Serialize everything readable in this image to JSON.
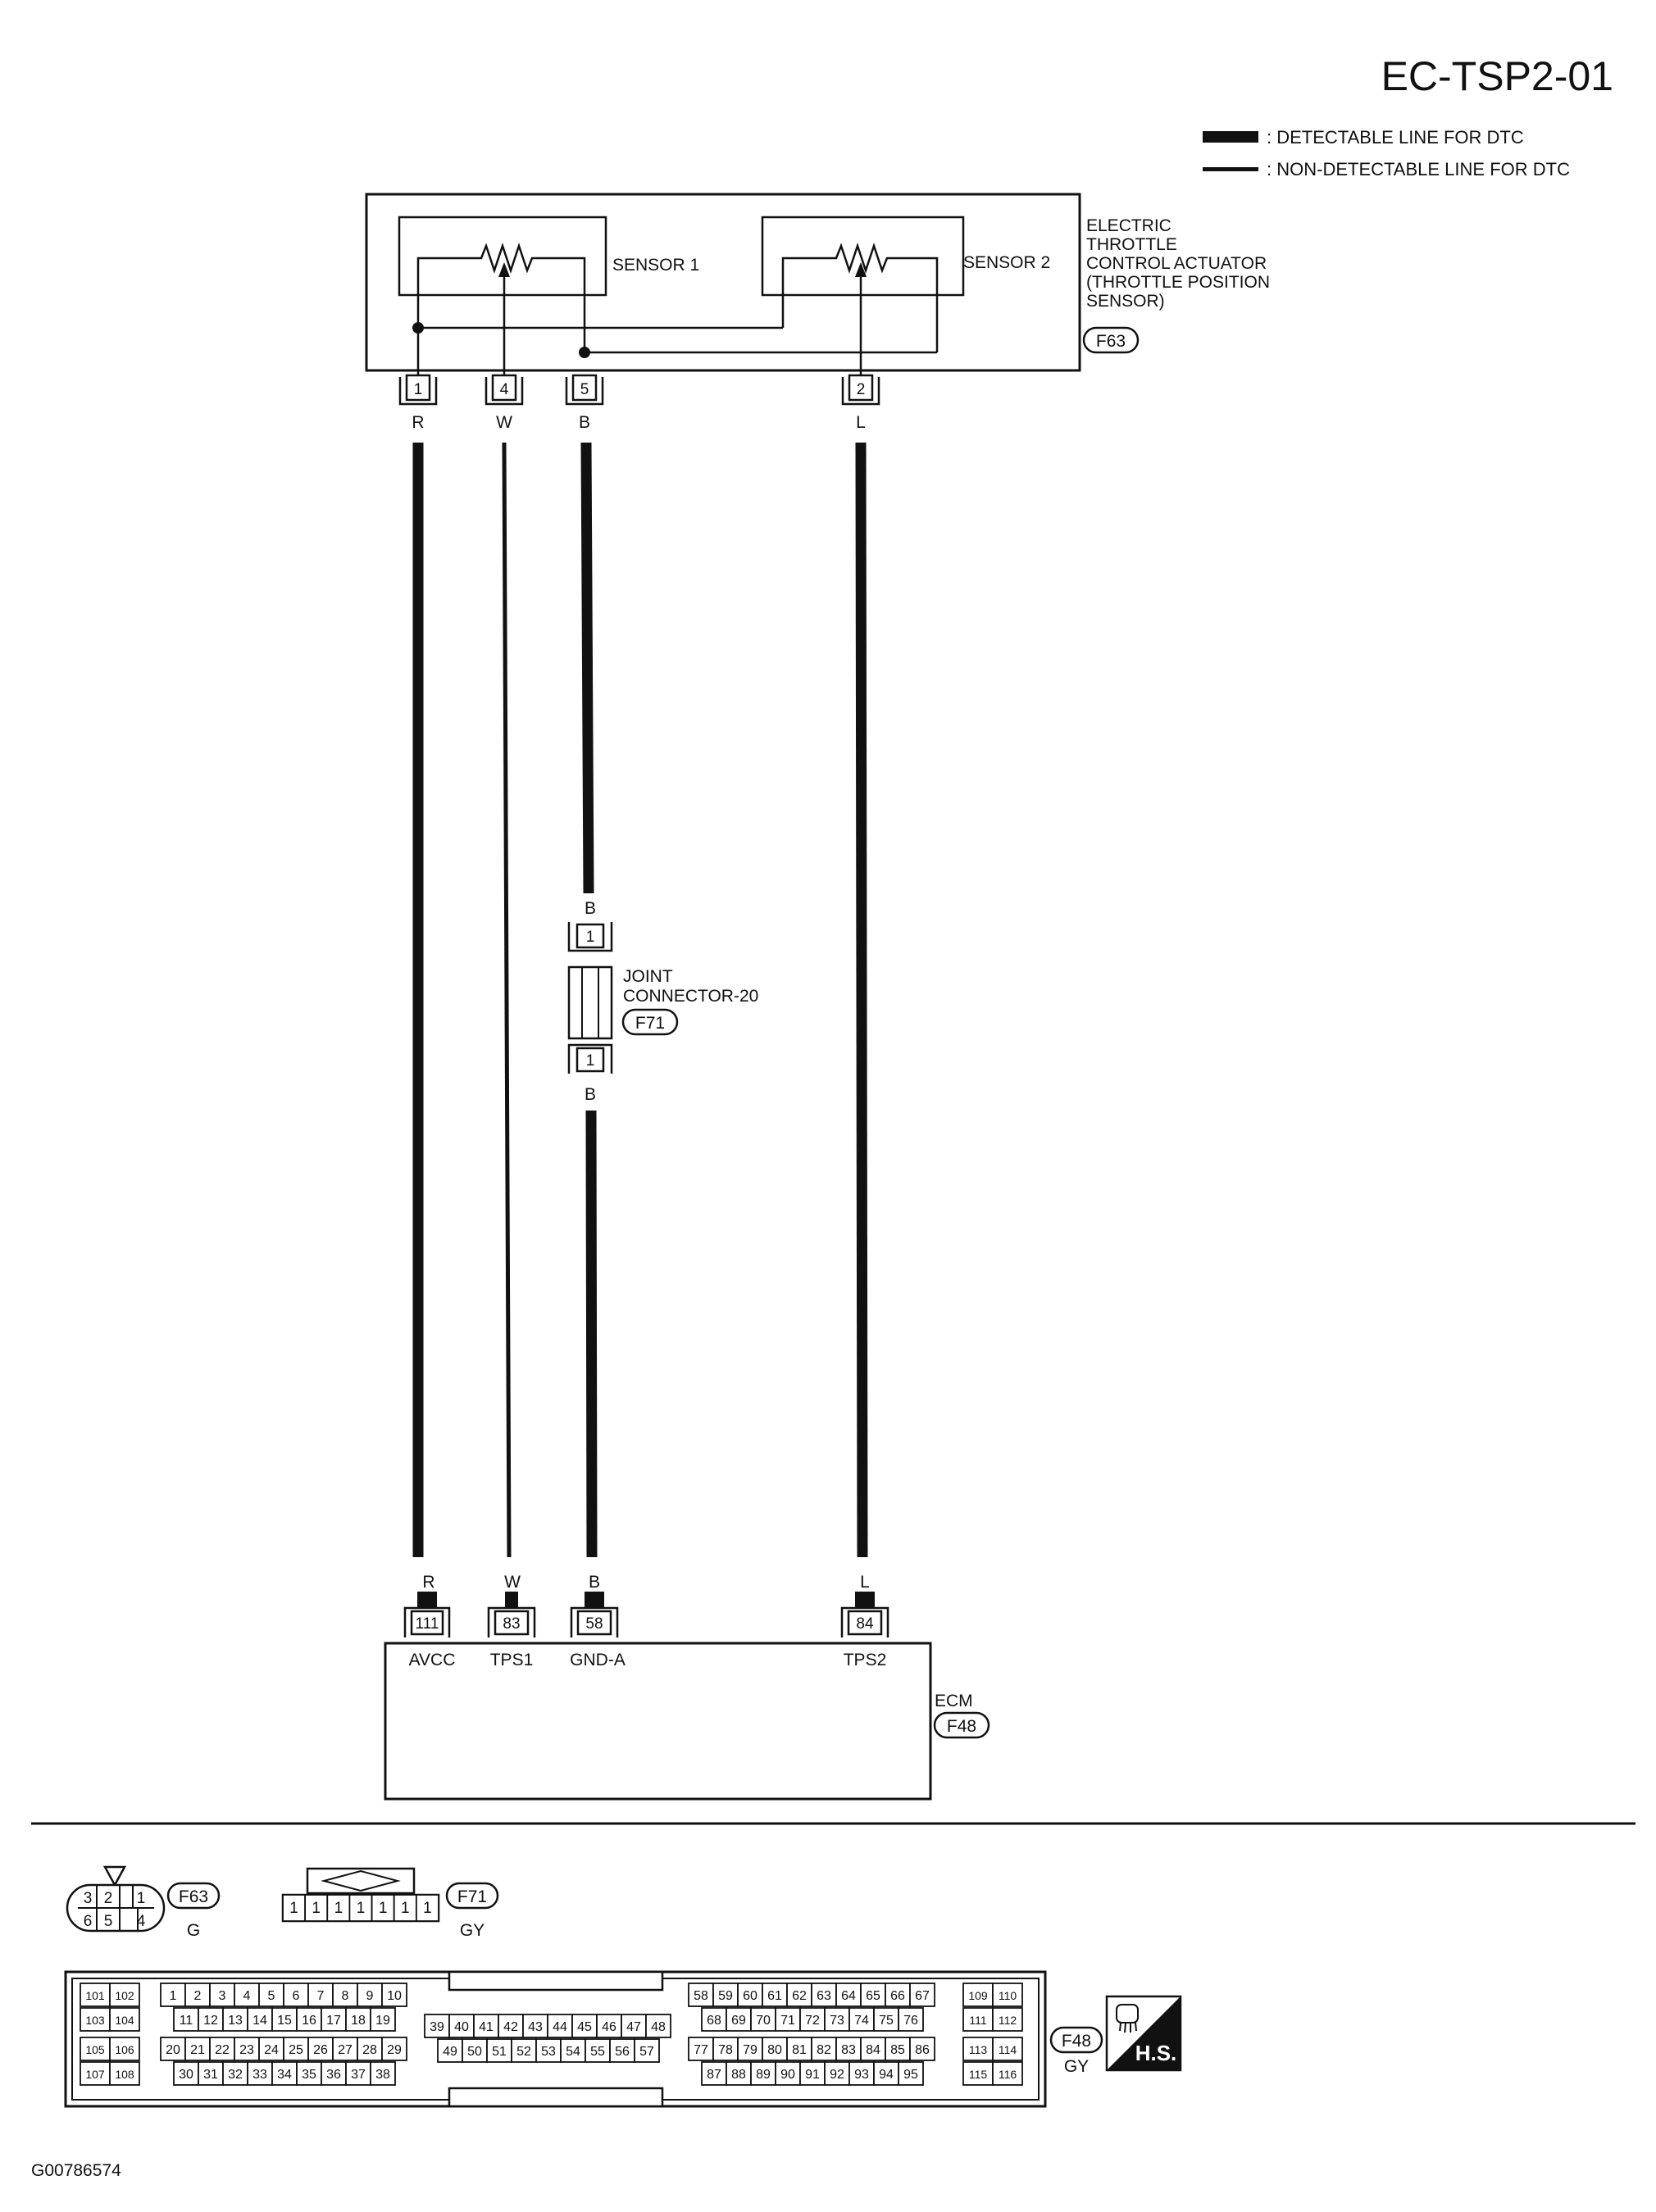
{
  "diagram_id": "EC-TSP2-01",
  "figure_code": "G00786574",
  "legend": {
    "detectable": ": DETECTABLE LINE FOR DTC",
    "non_detectable": ": NON-DETECTABLE LINE FOR DTC"
  },
  "actuator": {
    "name_lines": [
      "ELECTRIC",
      "THROTTLE",
      "CONTROL ACTUATOR",
      "(THROTTLE POSITION",
      "SENSOR)"
    ],
    "connector": "F63",
    "sensor1": "SENSOR 1",
    "sensor2": "SENSOR 2",
    "pins": [
      "1",
      "4",
      "5",
      "2"
    ]
  },
  "wires": [
    {
      "top_color": "R",
      "bottom_color": "R",
      "from_pin": "1",
      "to_pin": "111",
      "signal": "AVCC",
      "detectable": true
    },
    {
      "top_color": "W",
      "bottom_color": "W",
      "from_pin": "4",
      "to_pin": "83",
      "signal": "TPS1",
      "detectable": false
    },
    {
      "top_color": "B",
      "bottom_color": "B",
      "from_pin": "5",
      "to_pin": "58",
      "signal": "GND-A",
      "detectable": true
    },
    {
      "top_color": "L",
      "bottom_color": "L",
      "from_pin": "2",
      "to_pin": "84",
      "signal": "TPS2",
      "detectable": true
    }
  ],
  "joint": {
    "line1": "JOINT",
    "line2": "CONNECTOR-20",
    "connector": "F71",
    "pin_top": "1",
    "pin_bottom": "1",
    "color_above": "B",
    "color_below": "B"
  },
  "ecm": {
    "name": "ECM",
    "connector": "F48"
  },
  "connector_views": {
    "f63": {
      "id": "F63",
      "color": "G",
      "top_row": [
        "3",
        "2",
        "1"
      ],
      "bottom_row": [
        "6",
        "5",
        "4"
      ]
    },
    "f71": {
      "id": "F71",
      "color": "GY",
      "pins": [
        "1",
        "1",
        "1",
        "1",
        "1",
        "1",
        "1"
      ]
    },
    "f48": {
      "id": "F48",
      "color": "GY",
      "left_block": [
        [
          "101",
          "102"
        ],
        [
          "103",
          "104"
        ],
        [
          "105",
          "106"
        ],
        [
          "107",
          "108"
        ]
      ],
      "right_block": [
        [
          "109",
          "110"
        ],
        [
          "111",
          "112"
        ],
        [
          "113",
          "114"
        ],
        [
          "115",
          "116"
        ]
      ],
      "group1": [
        [
          "1",
          "2",
          "3",
          "4",
          "5",
          "6",
          "7",
          "8",
          "9",
          "10"
        ],
        [
          "11",
          "12",
          "13",
          "14",
          "15",
          "16",
          "17",
          "18",
          "19"
        ],
        [
          "20",
          "21",
          "22",
          "23",
          "24",
          "25",
          "26",
          "27",
          "28",
          "29"
        ],
        [
          "30",
          "31",
          "32",
          "33",
          "34",
          "35",
          "36",
          "37",
          "38"
        ]
      ],
      "group2": [
        [
          "39",
          "40",
          "41",
          "42",
          "43",
          "44",
          "45",
          "46",
          "47",
          "48"
        ],
        [
          "49",
          "50",
          "51",
          "52",
          "53",
          "54",
          "55",
          "56",
          "57"
        ]
      ],
      "group3": [
        [
          "58",
          "59",
          "60",
          "61",
          "62",
          "63",
          "64",
          "65",
          "66",
          "67"
        ],
        [
          "68",
          "69",
          "70",
          "71",
          "72",
          "73",
          "74",
          "75",
          "76"
        ],
        [
          "77",
          "78",
          "79",
          "80",
          "81",
          "82",
          "83",
          "84",
          "85",
          "86"
        ],
        [
          "87",
          "88",
          "89",
          "90",
          "91",
          "92",
          "93",
          "94",
          "95"
        ]
      ]
    }
  },
  "hs_badge": "H.S."
}
